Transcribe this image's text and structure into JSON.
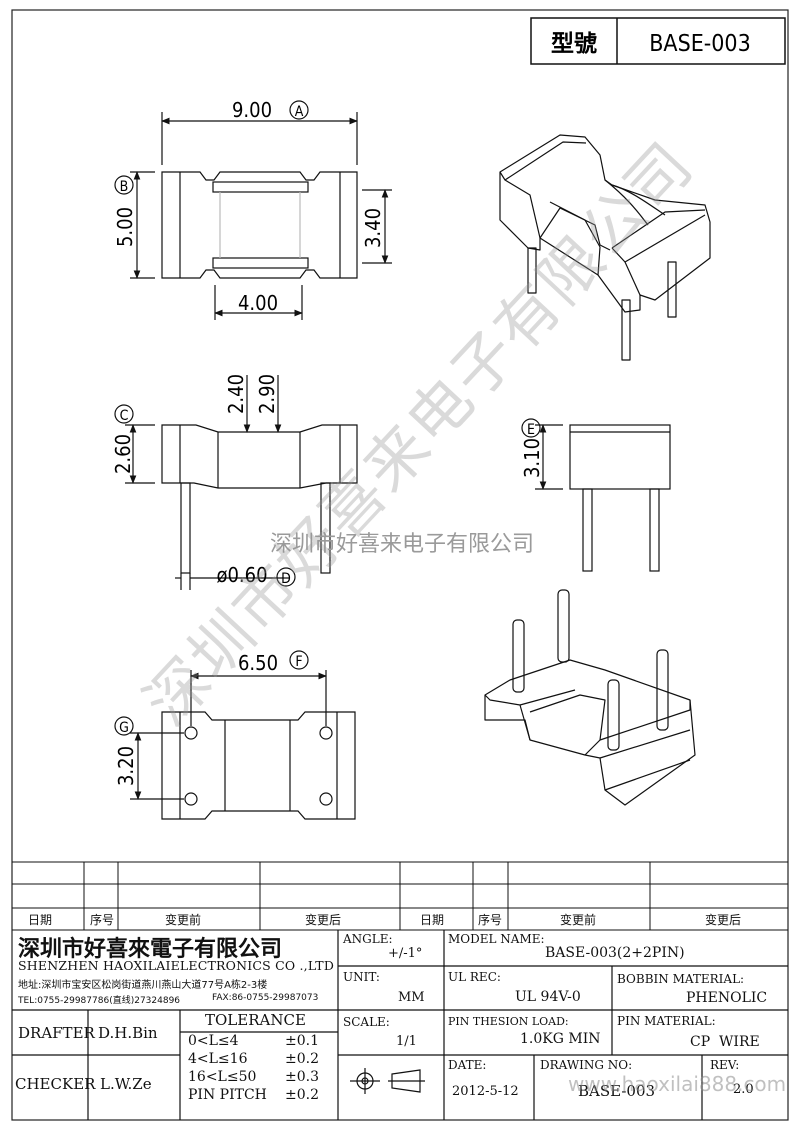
{
  "title_block": {
    "model_label": "型號",
    "model_value": "BASE-003"
  },
  "dimensions": {
    "a": "9.00",
    "a_tag": "A",
    "b": "5.00",
    "b_tag": "B",
    "inner_h": "3.40",
    "inner_w": "4.00",
    "c": "2.60",
    "c_tag": "C",
    "d1": "2.40",
    "d2": "2.90",
    "pin_dia": "ø0.60",
    "d_tag": "D",
    "e": "3.10",
    "e_tag": "E",
    "f": "6.50",
    "f_tag": "F",
    "g": "3.20",
    "g_tag": "G"
  },
  "watermark": {
    "center_text": "深圳市好喜来电子有限公司",
    "diagonal_text": "深圳市好喜来电子有限公司"
  },
  "revision_table": {
    "headers": [
      "日期",
      "序号",
      "变更前",
      "变更后",
      "日期",
      "序号",
      "变更前",
      "变更后"
    ]
  },
  "company": {
    "name_cn": "深圳市好喜來電子有限公司",
    "name_en": "SHENZHEN HAOXILAIELECTRONICS CO .,LTD",
    "address": "地址:深圳市宝安区松岗街道燕川燕山大道77号A栋2-3楼",
    "tel": "TEL:0755-29987786(直线)27324896",
    "fax": "FAX:86-0755-29987073"
  },
  "fields": {
    "angle_label": "ANGLE:",
    "angle_value": "+/-1°",
    "model_name_label": "MODEL NAME:",
    "model_name_value": "BASE-003(2+2PIN)",
    "unit_label": "UNIT:",
    "unit_value": "MM",
    "ul_rec_label": "UL REC:",
    "ul_rec_value": "UL 94V-0",
    "bobbin_label": "BOBBIN MATERIAL:",
    "bobbin_value": "PHENOLIC",
    "scale_label": "SCALE:",
    "scale_value": "1/1",
    "pin_load_label": "PIN THESION LOAD:",
    "pin_load_value": "1.0KG MIN",
    "pin_material_label": "PIN MATERIAL:",
    "pin_material_value": "CP  WIRE",
    "drafter_label": "DRAFTER",
    "drafter_value": "D.H.Bin",
    "checker_label": "CHECKER",
    "checker_value": "L.W.Ze",
    "tolerance_label": "TOLERANCE",
    "tol": [
      {
        "range": "0<L≤4",
        "value": "±0.1"
      },
      {
        "range": "4<L≤16",
        "value": "±0.2"
      },
      {
        "range": "16<L≤50",
        "value": "±0.3"
      },
      {
        "range": "PIN PITCH",
        "value": "±0.2"
      }
    ],
    "date_label": "DATE:",
    "date_value": "2012-5-12",
    "drawing_no_label": "DRAWING NO:",
    "drawing_no_value": "BASE-003",
    "rev_label": "REV:",
    "rev_value": "2.0",
    "web_watermark": "www.haoxilai888.com"
  }
}
